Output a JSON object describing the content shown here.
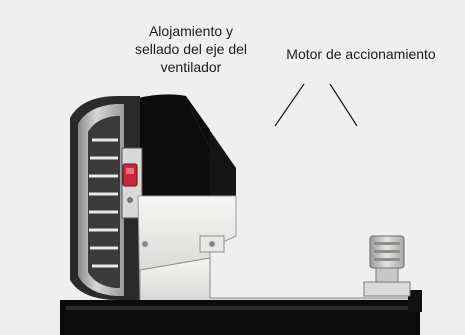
{
  "background_color": "#efefef",
  "labels": {
    "shaft_housing": "Alojamiento y\nsellado del eje del\nventilador",
    "drive_motor": "Motor de accionamiento"
  },
  "illustration": {
    "subject": "fan-assembly-side-view",
    "colors": {
      "housing_dark": "#0b0b0b",
      "housing_light": "#f3f3f1",
      "steel": "#cfcfcd",
      "bearing_red": "#c8283c",
      "outline": "#1a1a1a"
    }
  }
}
